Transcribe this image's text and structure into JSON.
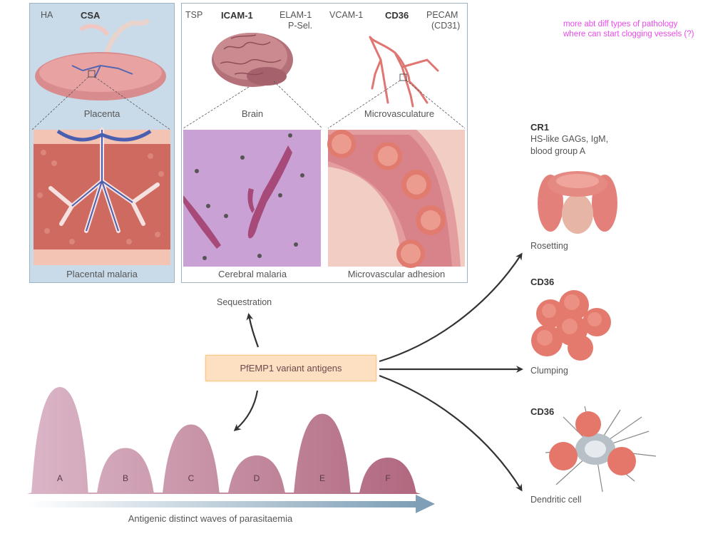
{
  "annotation": {
    "lines": [
      "more abt diff types of pathology",
      "where can start clogging vessels (?)"
    ],
    "color": "#e84be8"
  },
  "sequestration_panels": {
    "placenta": {
      "receptors": [
        "HA",
        "CSA"
      ],
      "organ_label": "Placenta",
      "caption": "Placental malaria"
    },
    "brain": {
      "receptors": [
        "TSP",
        "ICAM-1",
        "ELAM-1",
        "P-Sel."
      ],
      "organ_label": "Brain",
      "caption": "Cerebral malaria"
    },
    "microvasculature": {
      "receptors": [
        "VCAM-1",
        "CD36",
        "PECAM",
        "(CD31)"
      ],
      "organ_label": "Microvasculature",
      "caption": "Microvascular adhesion"
    }
  },
  "center": {
    "node_label": "PfEMP1 variant antigens",
    "sequestration_label": "Sequestration"
  },
  "outcomes": [
    {
      "receptor": "CR1",
      "ligands": [
        "HS-like GAGs, IgM,",
        "blood group A"
      ],
      "label": "Rosetting"
    },
    {
      "receptor": "CD36",
      "ligands": [],
      "label": "Clumping"
    },
    {
      "receptor": "CD36",
      "ligands": [],
      "label": "Dendritic cell"
    }
  ],
  "waves": {
    "peaks": [
      {
        "label": "A",
        "relative_height": 1.0
      },
      {
        "label": "B",
        "relative_height": 0.43
      },
      {
        "label": "C",
        "relative_height": 0.65
      },
      {
        "label": "D",
        "relative_height": 0.36
      },
      {
        "label": "E",
        "relative_height": 0.75
      },
      {
        "label": "F",
        "relative_height": 0.34
      }
    ],
    "axis_label": "Antigenic distinct waves of parasitaemia"
  }
}
